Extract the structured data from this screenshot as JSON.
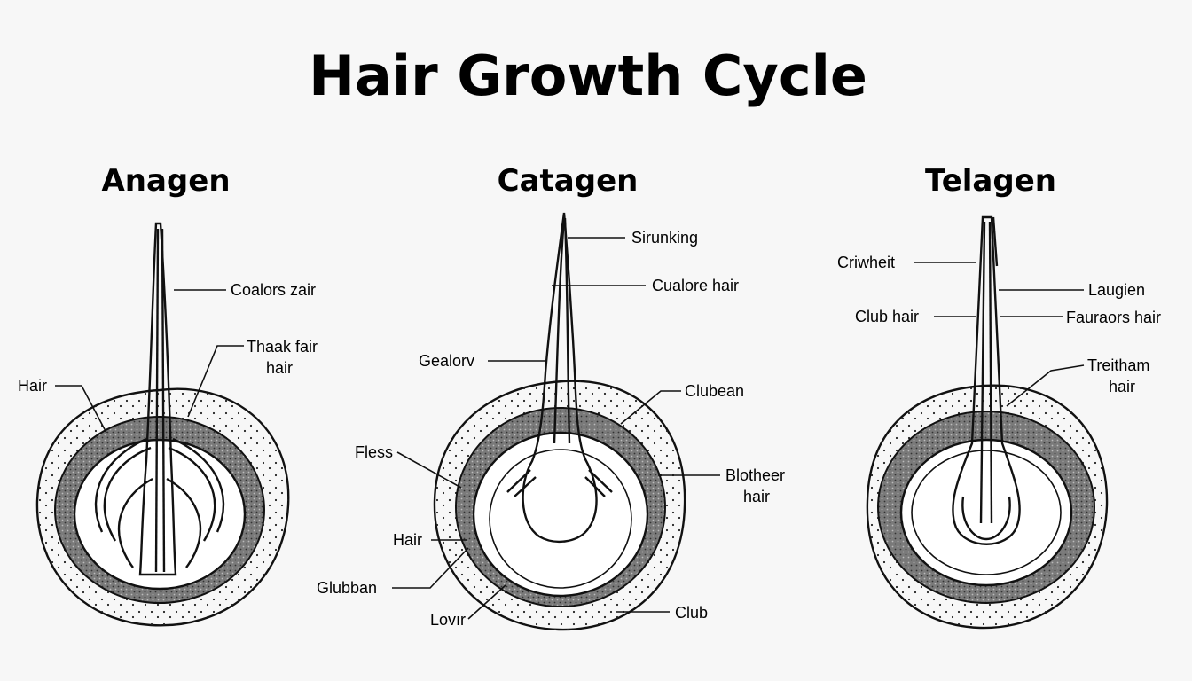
{
  "title": "Hair Growth Cycle",
  "palette": {
    "ink": "#111111",
    "paper": "#f7f7f7",
    "dermis": "#6a6a6a"
  },
  "stages": [
    {
      "name": "Anagen",
      "labels": [
        "Coalors zair",
        "Thaak fair",
        "hair",
        "Hair"
      ]
    },
    {
      "name": "Catagen",
      "labels": [
        "Sirunking",
        "Cualore hair",
        "Gealorv",
        "Clubean",
        "Fless",
        "Blotheer",
        "hair",
        "Hair",
        "Glubban",
        "Lovır",
        "Club"
      ]
    },
    {
      "name": "Telagen",
      "labels": [
        "Criwheit",
        "Laugien",
        "Club hair",
        "Fauraors hair",
        "Treitham",
        "hair"
      ]
    }
  ]
}
